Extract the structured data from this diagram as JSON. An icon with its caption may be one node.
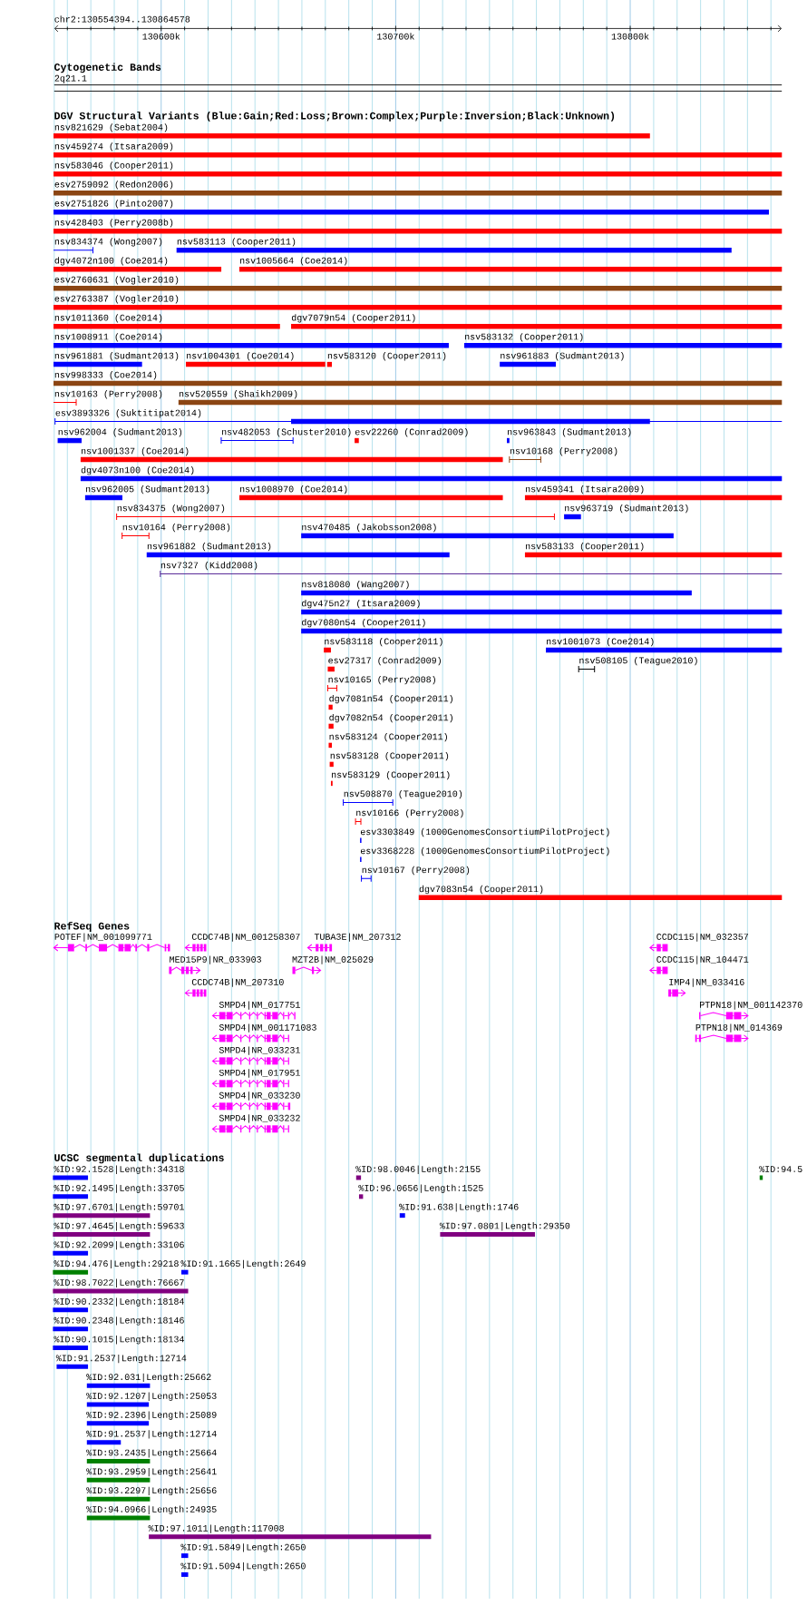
{
  "diagram": {
    "labels": [
      "chr2:130554394..130864578",
      "130600k",
      "130700k",
      "130800k",
      "Cytogenetic Bands",
      "2q21.1",
      "DGV Structural Variants (Blue:Gain;Red:Loss;Brown:Complex;Purple:Inversion;Black:Unknown)",
      "nsv821629 (Sebat2004)",
      "nsv459274 (Itsara2009)",
      "nsv583046 (Cooper2011)",
      "esv2759092 (Redon2006)",
      "esv2751826 (Pinto2007)",
      "nsv428403 (Perry2008b)",
      "nsv834374 (Wong2007)",
      "nsv583113 (Cooper2011)",
      "dgv4072n100 (Coe2014)",
      "nsv1005664 (Coe2014)",
      "esv2760631 (Vogler2010)",
      "esv2763387 (Vogler2010)",
      "nsv1011360 (Coe2014)",
      "dgv7079n54 (Cooper2011)",
      "nsv1008911 (Coe2014)",
      "nsv583132 (Cooper2011)",
      "nsv961881 (Sudmant2013)",
      "nsv1004301 (Coe2014)",
      "nsv583120 (Cooper2011)",
      "nsv961883 (Sudmant2013)",
      "nsv998333 (Coe2014)",
      "nsv10163 (Perry2008)",
      "nsv520559 (Shaikh2009)",
      "esv3893326 (Suktitipat2014)",
      "nsv962004 (Sudmant2013)",
      "nsv482053 (Schuster2010)",
      "esv22260 (Conrad2009)",
      "nsv963843 (Sudmant2013)",
      "nsv1001337 (Coe2014)",
      "nsv10168 (Perry2008)",
      "dgv4073n100 (Coe2014)",
      "nsv962005 (Sudmant2013)",
      "nsv1008970 (Coe2014)",
      "nsv459341 (Itsara2009)",
      "nsv834375 (Wong2007)",
      "nsv963719 (Sudmant2013)",
      "nsv10164 (Perry2008)",
      "nsv470485 (Jakobsson2008)",
      "nsv961882 (Sudmant2013)",
      "nsv583133 (Cooper2011)",
      "nsv7327 (Kidd2008)",
      "nsv818080 (Wang2007)",
      "dgv475n27 (Itsara2009)",
      "dgv7080n54 (Cooper2011)",
      "nsv583118 (Cooper2011)",
      "nsv1001073 (Coe2014)",
      "esv27317 (Conrad2009)",
      "nsv508105 (Teague2010)",
      "nsv10165 (Perry2008)",
      "dgv7081n54 (Cooper2011)",
      "dgv7082n54 (Cooper2011)",
      "nsv583124 (Cooper2011)",
      "nsv583128 (Cooper2011)",
      "nsv583129 (Cooper2011)",
      "nsv508870 (Teague2010)",
      "nsv10166 (Perry2008)",
      "esv3303849 (1000GenomesConsortiumPilotProject)",
      "esv3368228 (1000GenomesConsortiumPilotProject)",
      "nsv10167 (Perry2008)",
      "dgv7083n54 (Cooper2011)",
      "RefSeq Genes",
      "POTEF|NM_001099771",
      "CCDC74B|NM_001258307",
      "TUBA3E|NM_207312",
      "CCDC115|NM_032357",
      "MED15P9|NR_033903",
      "MZT2B|NM_025029",
      "CCDC115|NR_104471",
      "CCDC74B|NM_207310",
      "IMP4|NM_033416",
      "SMPD4|NM_017751",
      "PTPN18|NM_001142370",
      "SMPD4|NM_001171083",
      "PTPN18|NM_014369",
      "SMPD4|NR_033231",
      "SMPD4|NM_017951",
      "SMPD4|NR_033230",
      "SMPD4|NR_033232",
      "UCSC segmental duplications",
      "%ID:92.1528|Length:34318",
      "%ID:98.0046|Length:2155",
      "%ID:94.5",
      "%ID:92.1495|Length:33705",
      "%ID:96.0656|Length:1525",
      "%ID:97.6701|Length:59701",
      "%ID:91.638|Length:1746",
      "%ID:97.4645|Length:59633",
      "%ID:97.0801|Length:29350",
      "%ID:92.2099|Length:33106",
      "%ID:94.476|Length:29218",
      "%ID:91.1665|Length:2649",
      "%ID:98.7022|Length:76667",
      "%ID:90.2332|Length:18184",
      "%ID:90.2348|Length:18146",
      "%ID:90.1015|Length:18134",
      "%ID:91.2537|Length:12714",
      "%ID:92.031|Length:25662",
      "%ID:92.1207|Length:25053",
      "%ID:92.2396|Length:25089",
      "%ID:91.2537|Length:12714",
      "%ID:93.2435|Length:25664",
      "%ID:93.2959|Length:25641",
      "%ID:93.2297|Length:25656",
      "%ID:94.0966|Length:24935",
      "%ID:97.1011|Length:117008",
      "%ID:91.5849|Length:2650",
      "%ID:91.5094|Length:2650"
    ]
  }
}
